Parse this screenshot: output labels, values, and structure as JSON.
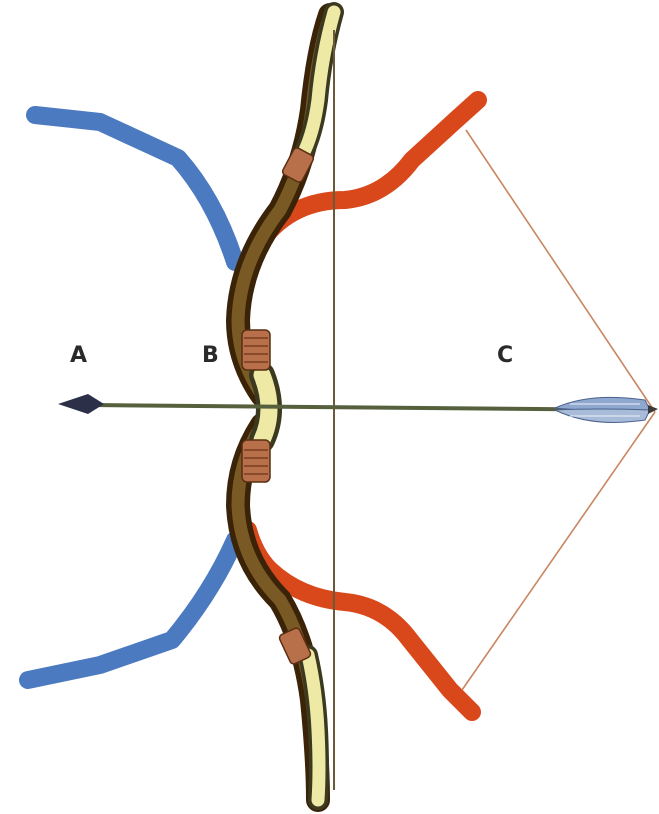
{
  "labels": {
    "a": "A",
    "b": "B",
    "c": "C"
  },
  "colors": {
    "relaxed_bow": "#4b7ac0",
    "drawn_bow": "#d9481b",
    "strung_bow": "#5e3b12",
    "horn_tip": "#eee9a4",
    "binding": "#b7704a",
    "string": "#c9855f",
    "arrow_shaft": "#6a7a55",
    "fletching": "#8ea8cf"
  }
}
